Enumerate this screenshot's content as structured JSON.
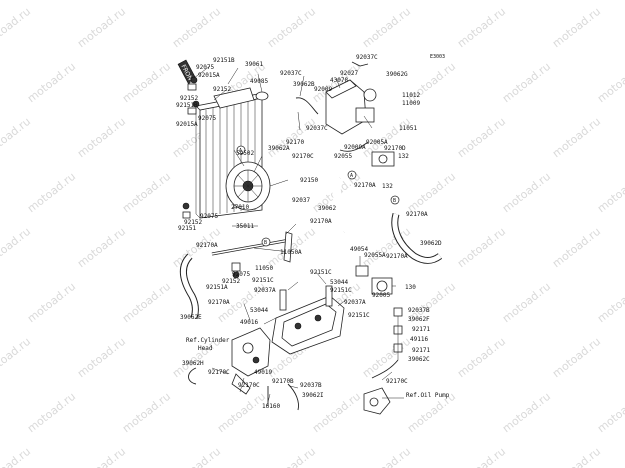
{
  "diagram_code": "E3003",
  "front_marker": "FRONT",
  "watermark": "motoad.ru",
  "labels": [
    {
      "id": "l1",
      "text": "92151B"
    },
    {
      "id": "l2",
      "text": "92075"
    },
    {
      "id": "l3",
      "text": "39061"
    },
    {
      "id": "l4",
      "text": "92015A"
    },
    {
      "id": "l5",
      "text": "49085"
    },
    {
      "id": "l6",
      "text": "92152"
    },
    {
      "id": "l7",
      "text": "92152"
    },
    {
      "id": "l8",
      "text": "92151B"
    },
    {
      "id": "l9",
      "text": "92075"
    },
    {
      "id": "l10",
      "text": "92015A"
    },
    {
      "id": "l11",
      "text": "92037C"
    },
    {
      "id": "l12",
      "text": "39062B"
    },
    {
      "id": "l13",
      "text": "92037C"
    },
    {
      "id": "l14",
      "text": "92027"
    },
    {
      "id": "l15",
      "text": "39062G"
    },
    {
      "id": "l16",
      "text": "43078"
    },
    {
      "id": "l17",
      "text": "92009"
    },
    {
      "id": "l18",
      "text": "11012"
    },
    {
      "id": "l19",
      "text": "11009"
    },
    {
      "id": "l20",
      "text": "92037C"
    },
    {
      "id": "l21",
      "text": "11051"
    },
    {
      "id": "l22",
      "text": "92170"
    },
    {
      "id": "l23",
      "text": "59502"
    },
    {
      "id": "l24",
      "text": "39062A"
    },
    {
      "id": "l25",
      "text": "92170C"
    },
    {
      "id": "l26",
      "text": "92009A"
    },
    {
      "id": "l27",
      "text": "92055"
    },
    {
      "id": "l28",
      "text": "92005A"
    },
    {
      "id": "l29",
      "text": "92170D"
    },
    {
      "id": "l30",
      "text": "132"
    },
    {
      "id": "l31",
      "text": "92170A"
    },
    {
      "id": "l32",
      "text": "132"
    },
    {
      "id": "l33",
      "text": "92150"
    },
    {
      "id": "l34",
      "text": "92037"
    },
    {
      "id": "l35",
      "text": "27010"
    },
    {
      "id": "l36",
      "text": "39062"
    },
    {
      "id": "l37",
      "text": "92075"
    },
    {
      "id": "l38",
      "text": "92152"
    },
    {
      "id": "l39",
      "text": "92151"
    },
    {
      "id": "l40",
      "text": "35011"
    },
    {
      "id": "l41",
      "text": "92170A"
    },
    {
      "id": "l42",
      "text": "92170A"
    },
    {
      "id": "l43",
      "text": "39062D"
    },
    {
      "id": "l44",
      "text": "92170A"
    },
    {
      "id": "l45",
      "text": "11050A"
    },
    {
      "id": "l46",
      "text": "49054"
    },
    {
      "id": "l47",
      "text": "92055A"
    },
    {
      "id": "l48",
      "text": "92170A"
    },
    {
      "id": "l49",
      "text": "11050"
    },
    {
      "id": "l50",
      "text": "92075"
    },
    {
      "id": "l51",
      "text": "92151C"
    },
    {
      "id": "l52",
      "text": "92152"
    },
    {
      "id": "l53",
      "text": "92151C"
    },
    {
      "id": "l54",
      "text": "53044"
    },
    {
      "id": "l55",
      "text": "92151A"
    },
    {
      "id": "l56",
      "text": "92037A"
    },
    {
      "id": "l57",
      "text": "92151C"
    },
    {
      "id": "l58",
      "text": "130"
    },
    {
      "id": "l59",
      "text": "92005"
    },
    {
      "id": "l60",
      "text": "92170A"
    },
    {
      "id": "l61",
      "text": "92037A"
    },
    {
      "id": "l62",
      "text": "53044"
    },
    {
      "id": "l63",
      "text": "92151C"
    },
    {
      "id": "l64",
      "text": "39062E"
    },
    {
      "id": "l65",
      "text": "49016"
    },
    {
      "id": "l66",
      "text": "92037B"
    },
    {
      "id": "l67",
      "text": "39062F"
    },
    {
      "id": "l68",
      "text": "92171"
    },
    {
      "id": "l69",
      "text": "Ref.Cylinder"
    },
    {
      "id": "l70",
      "text": "Head"
    },
    {
      "id": "l71",
      "text": "49116"
    },
    {
      "id": "l72",
      "text": "92171"
    },
    {
      "id": "l73",
      "text": "39062H"
    },
    {
      "id": "l74",
      "text": "39062C"
    },
    {
      "id": "l75",
      "text": "92170C"
    },
    {
      "id": "l76",
      "text": "49019"
    },
    {
      "id": "l77",
      "text": "92170C"
    },
    {
      "id": "l78",
      "text": "92170B"
    },
    {
      "id": "l79",
      "text": "92037B"
    },
    {
      "id": "l80",
      "text": "92170C"
    },
    {
      "id": "l81",
      "text": "39062I"
    },
    {
      "id": "l82",
      "text": "Ref.Oil Pump"
    },
    {
      "id": "l83",
      "text": "16160"
    }
  ],
  "ref_markers": [
    {
      "id": "a1",
      "text": "A"
    },
    {
      "id": "a2",
      "text": "A"
    },
    {
      "id": "b1",
      "text": "B"
    },
    {
      "id": "b2",
      "text": "B"
    }
  ]
}
